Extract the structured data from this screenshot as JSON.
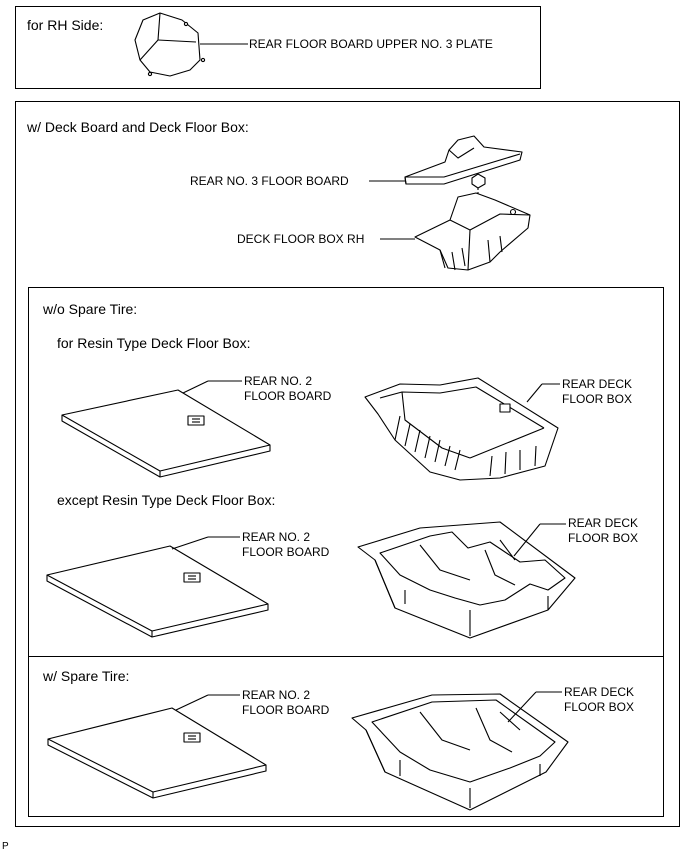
{
  "top_panel": {
    "caption": "for RH Side:",
    "part_label": "REAR FLOOR BOARD UPPER NO. 3 PLATE"
  },
  "deck_panel": {
    "caption": "w/ Deck Board and Deck Floor Box:",
    "floor_board_label": "REAR NO. 3 FLOOR BOARD",
    "floor_box_label": "DECK FLOOR BOX RH"
  },
  "no_spare_panel": {
    "caption": "w/o Spare Tire:",
    "resin_caption": "for Resin Type Deck Floor Box:",
    "resin_board_label_1": "REAR NO. 2",
    "resin_board_label_2": "FLOOR BOARD",
    "resin_box_label_1": "REAR DECK",
    "resin_box_label_2": "FLOOR BOX",
    "except_caption": "except Resin Type Deck Floor Box:",
    "except_board_label_1": "REAR NO. 2",
    "except_board_label_2": "FLOOR BOARD",
    "except_box_label_1": "REAR DECK",
    "except_box_label_2": "FLOOR BOX"
  },
  "spare_panel": {
    "caption": "w/ Spare Tire:",
    "board_label_1": "REAR NO. 2",
    "board_label_2": "FLOOR BOARD",
    "box_label_1": "REAR DECK",
    "box_label_2": "FLOOR BOX"
  },
  "footer": {
    "code": "P"
  }
}
